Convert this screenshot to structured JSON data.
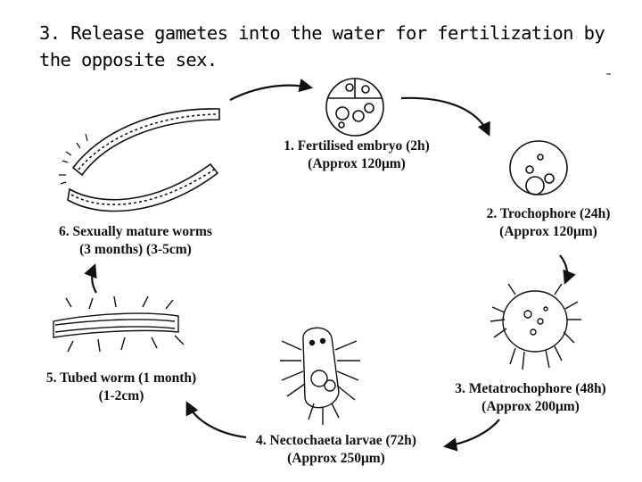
{
  "heading": {
    "line1": "3. Release gametes into the water for fertilization by",
    "line2": "the opposite sex."
  },
  "stages": [
    {
      "name": "1. Fertilised embryo (2h)",
      "size": "(Approx 120μm)"
    },
    {
      "name": "2. Trochophore (24h)",
      "size": "(Approx 120μm)"
    },
    {
      "name": "3. Metatrochophore (48h)",
      "size": "(Approx 200μm)"
    },
    {
      "name": "4. Nectochaeta larvae (72h)",
      "size": "(Approx 250μm)"
    },
    {
      "name": "5. Tubed worm (1 month)",
      "size": "(1-2cm)"
    },
    {
      "name": "6. Sexually mature worms",
      "size": "(3 months) (3-5cm)"
    }
  ]
}
